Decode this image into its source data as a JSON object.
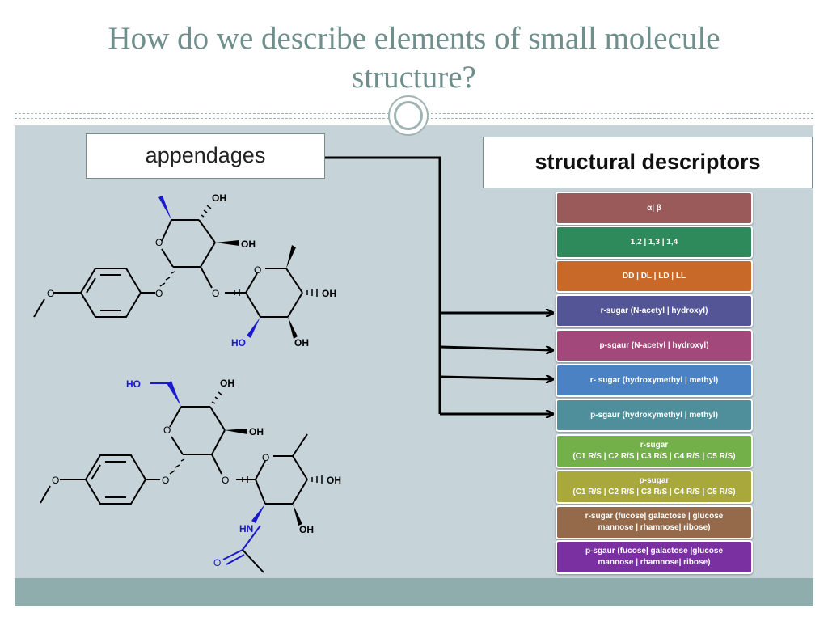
{
  "slide": {
    "title_line1": "How do we describe elements of small molecule",
    "title_line2": "structure?",
    "appendages_label": "appendages",
    "structural_label": "structural descriptors"
  },
  "descriptors": [
    {
      "text": "α| β",
      "color": "#9a5a5a"
    },
    {
      "text": "1,2  | 1,3 | 1,4",
      "color": "#2e8a5a"
    },
    {
      "text": "DD | DL | LD | LL",
      "color": "#c8692a"
    },
    {
      "text": "r-sugar (N-acetyl | hydroxyl)",
      "color": "#535597"
    },
    {
      "text": "p-sgaur (N-acetyl | hydroxyl)",
      "color": "#a3487a"
    },
    {
      "text": "r- sugar (hydroxymethyl | methyl)",
      "color": "#4a82c4"
    },
    {
      "text": "p-sgaur (hydroxymethyl | methyl)",
      "color": "#4f8f9c"
    },
    {
      "text_line1": "r-sugar",
      "text_line2": "(C1 R/S | C2 R/S | C3 R/S | C4 R/S | C5 R/S)",
      "color": "#74b04a"
    },
    {
      "text_line1": "p-sugar",
      "text_line2": "(C1 R/S | C2 R/S | C3 R/S | C4 R/S | C5 R/S)",
      "color": "#a8a83c"
    },
    {
      "text_line1": "r-sugar (fucose| galactose | glucose",
      "text_line2": "mannose | rhamnose| ribose)",
      "color": "#946a4a"
    },
    {
      "text_line1": "p-sgaur (fucose| galactose |glucose",
      "text_line2": "mannose | rhamnose| ribose)",
      "color": "#7a30a0"
    }
  ],
  "molecule_labels": {
    "oh": "OH",
    "ho": "HO",
    "o": "O",
    "hn": "HN"
  },
  "colors": {
    "title": "#6f8f8c",
    "content_bg": "#c6d3d9",
    "footer_bg": "#8fadac",
    "blue": "#1a1acc"
  }
}
